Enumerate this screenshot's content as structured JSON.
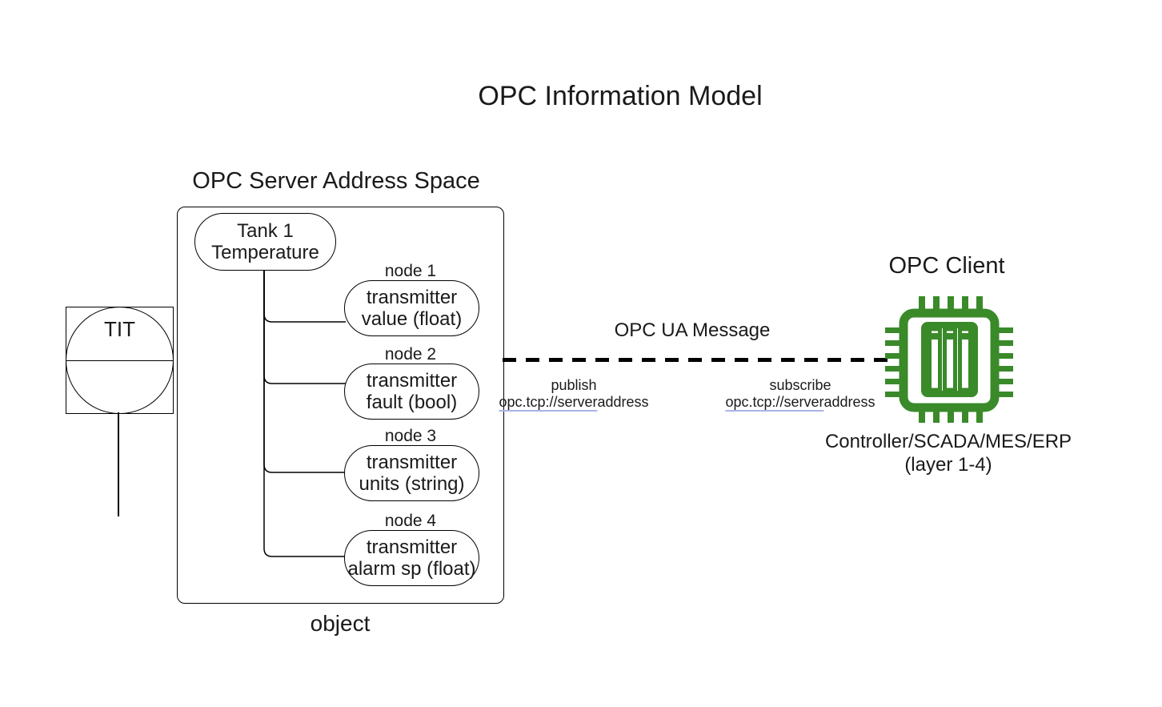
{
  "title": "OPC Information Model",
  "server": {
    "heading": "OPC Server Address Space",
    "object_label": "object",
    "root": {
      "line1": "Tank 1",
      "line2": "Temperature"
    },
    "nodes": [
      {
        "label": "node 1",
        "line1": "transmitter",
        "line2": "value (float)"
      },
      {
        "label": "node 2",
        "line1": "transmitter",
        "line2": "fault (bool)"
      },
      {
        "label": "node 3",
        "line1": "transmitter",
        "line2": "units (string)"
      },
      {
        "label": "node 4",
        "line1": "transmitter",
        "line2": "alarm sp (float)"
      }
    ]
  },
  "instrument": {
    "tag": "TIT"
  },
  "message": {
    "label": "OPC UA Message",
    "publish": {
      "action": "publish",
      "address_link": "opc.tcp://server",
      "address_rest": "address"
    },
    "subscribe": {
      "action": "subscribe",
      "address_link": "opc.tcp://server",
      "address_rest": "address"
    }
  },
  "client": {
    "heading": "OPC Client",
    "icon": "chip-icon",
    "caption_line1": "Controller/SCADA/MES/ERP",
    "caption_line2": "(layer 1-4)"
  },
  "colors": {
    "chip_green": "#3a8a2a",
    "link_underline": "#aab4e8",
    "line_black": "#000000"
  }
}
